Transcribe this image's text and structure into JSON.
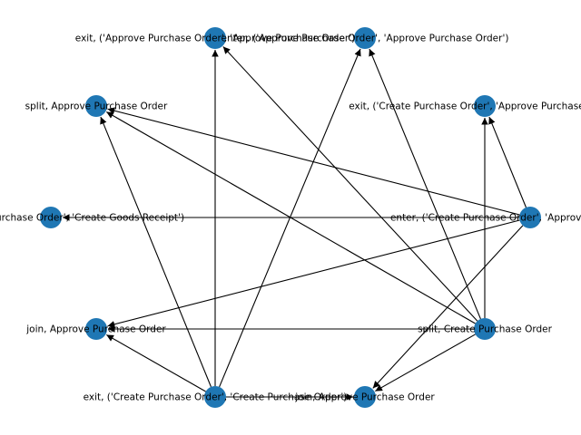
{
  "colors": {
    "node": "#1f77b4",
    "edge": "#000000",
    "label": "#000000"
  },
  "graph": {
    "nodes": [
      {
        "id": "n0",
        "label": "exit, ('Approve Purchase Order', 'Approve Purchase Order')"
      },
      {
        "id": "n1",
        "label": "enter, ('Approve Purchase Order', 'Approve Purchase Order')"
      },
      {
        "id": "n2",
        "label": "split, Approve Purchase Order"
      },
      {
        "id": "n3",
        "label": "exit, ('Create Purchase Order', 'Approve Purchase Order')"
      },
      {
        "id": "n4",
        "label": "enter, ('Create Purchase Order', 'Create Goods Receipt')"
      },
      {
        "id": "n5",
        "label": "enter, ('Create Purchase Order', 'Approve Purchase Order')"
      },
      {
        "id": "n6",
        "label": "join, Approve Purchase Order"
      },
      {
        "id": "n7",
        "label": "split, Create Purchase Order"
      },
      {
        "id": "n8",
        "label": "exit, ('Create Purchase Order', 'Create Purchase Order')"
      },
      {
        "id": "n9",
        "label": "join, Approve Purchase Order"
      }
    ],
    "edges": [
      [
        "n8",
        "n0"
      ],
      [
        "n8",
        "n1"
      ],
      [
        "n8",
        "n2"
      ],
      [
        "n8",
        "n6"
      ],
      [
        "n8",
        "n9"
      ],
      [
        "n7",
        "n0"
      ],
      [
        "n7",
        "n1"
      ],
      [
        "n7",
        "n2"
      ],
      [
        "n7",
        "n3"
      ],
      [
        "n7",
        "n6"
      ],
      [
        "n7",
        "n9"
      ],
      [
        "n5",
        "n2"
      ],
      [
        "n5",
        "n3"
      ],
      [
        "n5",
        "n4"
      ],
      [
        "n5",
        "n6"
      ],
      [
        "n5",
        "n9"
      ]
    ]
  }
}
